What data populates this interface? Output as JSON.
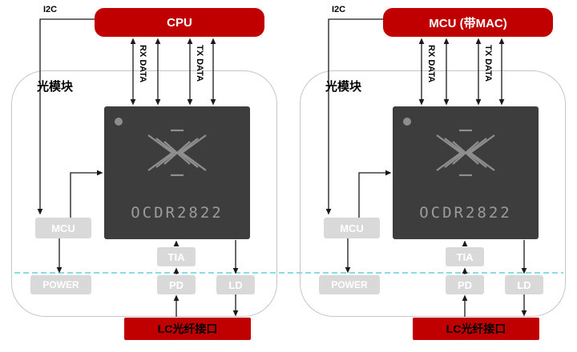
{
  "colors": {
    "accent_red": "#c00000",
    "chip_background": "#3d3d3d",
    "chip_text": "#9c9c9c",
    "block_gray": "#d9d9d9",
    "block_text": "#ffffff",
    "frame_border": "#c6c6c6",
    "dashed_line": "#62d0dc",
    "wire": "#1a1a1a"
  },
  "shared": {
    "i2c_label": "I2C",
    "module_label": "光模块",
    "chip_label": "OCDR2822",
    "rx_label": "RX DATA",
    "tx_label": "TX DATA",
    "mcu_label": "MCU",
    "tia_label": "TIA",
    "pd_label": "PD",
    "power_label": "POWER",
    "ld_label": "LD",
    "fiber_label": "LC光纤接口"
  },
  "panels": [
    {
      "host_label": "CPU"
    },
    {
      "host_label": "MCU (带MAC)"
    }
  ]
}
